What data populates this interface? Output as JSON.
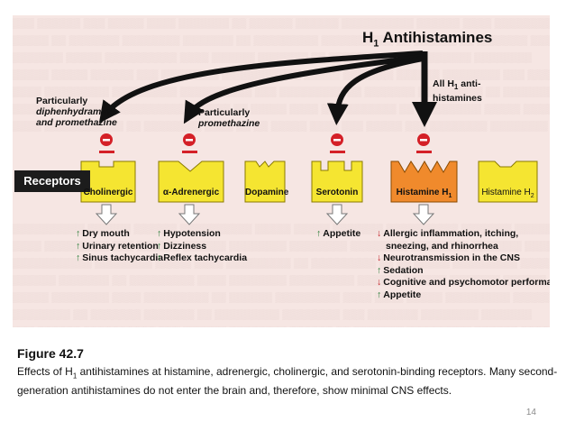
{
  "figure": {
    "title": "H1 Antihistamines",
    "notes": {
      "left_prefix": "Particularly",
      "left_line2": "diphenhydramine",
      "left_line3": "and promethazine",
      "middle_prefix": "Particularly",
      "middle_line2": "promethazine",
      "right_line1": "All H1 anti-",
      "right_line2": "histamines"
    },
    "receptors_label": "Receptors",
    "receptors": [
      {
        "label": "Cholinergic",
        "blocked": true
      },
      {
        "label": "α-Adrenergic",
        "blocked": true
      },
      {
        "label": "Dopamine",
        "blocked": false
      },
      {
        "label": "Serotonin",
        "blocked": true
      },
      {
        "label": "Histamine H1",
        "blocked": true
      },
      {
        "label": "Histamine H2",
        "blocked": false
      }
    ],
    "effects": {
      "cholinergic": [
        {
          "dir": "up",
          "text": "Dry mouth"
        },
        {
          "dir": "up",
          "text": "Urinary retention"
        },
        {
          "dir": "up",
          "text": "Sinus tachycardia"
        }
      ],
      "adrenergic": [
        {
          "dir": "up",
          "text": "Hypotension"
        },
        {
          "dir": "up",
          "text": "Dizziness"
        },
        {
          "dir": "up",
          "text": "Reflex tachycardia"
        }
      ],
      "serotonin": [
        {
          "dir": "up",
          "text": "Appetite"
        }
      ],
      "histamine": [
        {
          "dir": "down",
          "text": "Allergic inflammation, itching,"
        },
        {
          "dir": "none",
          "text": "sneezing, and rhinorrhea"
        },
        {
          "dir": "down",
          "text": "Neurotransmission in the CNS"
        },
        {
          "dir": "up",
          "text": "Sedation"
        },
        {
          "dir": "down",
          "text": "Cognitive and psychomotor performance"
        },
        {
          "dir": "up",
          "text": "Appetite"
        }
      ]
    },
    "colors": {
      "receptor_yellow": "#f5e531",
      "histamine_orange": "#f08a2c",
      "block_red": "#d42027",
      "effect_up": "#1f7a30",
      "effect_down": "#c21e24"
    }
  },
  "caption": {
    "title": "Figure 42.7",
    "body": "Effects of H1 antihistamines at histamine, adrenergic, cholinergic, and serotonin-binding receptors. Many second-generation antihistamines do not enter the brain and, therefore, show minimal CNS effects."
  },
  "page_number": "14"
}
